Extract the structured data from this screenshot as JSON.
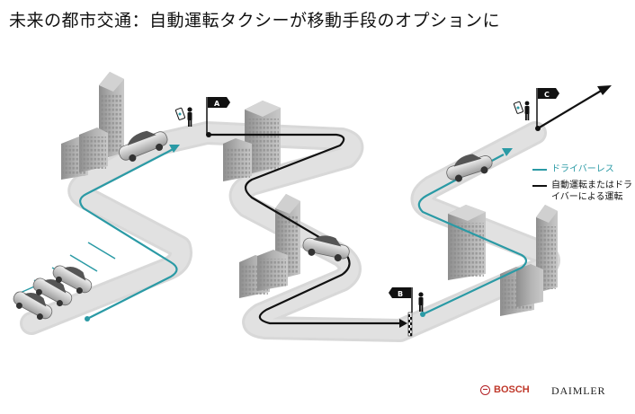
{
  "title": "未来の都市交通：自動運転タクシーが移動手段のオプションに",
  "legend": {
    "driverless_label": "ドライバーレス",
    "driven_label": "自動運転またはドライバーによる運転"
  },
  "flags": {
    "a": "A",
    "b": "B",
    "c": "C"
  },
  "logos": {
    "bosch": "BOSCH",
    "daimler": "DAIMLER"
  },
  "colors": {
    "driverless": "#2a9aa5",
    "driven": "#111111",
    "road": "#d6d6d6",
    "building": "#a8a8a8"
  },
  "icons": [
    "person-icon",
    "smartphone-icon",
    "flag-icon",
    "arrow-icon",
    "car-icon",
    "building-icon",
    "finish-flag-icon",
    "bosch-logo-icon"
  ]
}
